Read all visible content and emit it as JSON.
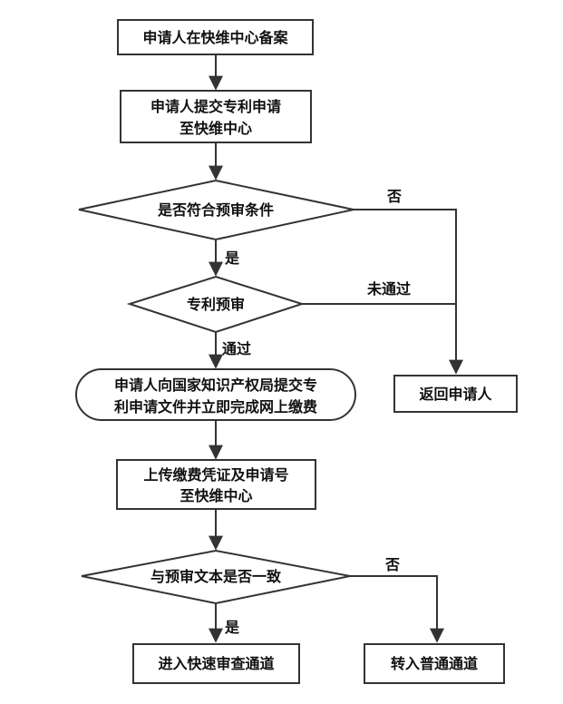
{
  "nodes": {
    "register": "申请人在快维中心备案",
    "submit": [
      "申请人提交专利申请",
      "至快维中心"
    ],
    "precheck_decision": "是否符合预审条件",
    "patent_precheck": "专利预审",
    "apply_cnipa": [
      "申请人向国家知识产权局提交专",
      "利申请文件并立即完成网上缴费"
    ],
    "return_applicant": "返回申请人",
    "upload": [
      "上传缴费凭证及申请号",
      "至快维中心"
    ],
    "consistency_decision": "与预审文本是否一致",
    "fast_track": "进入快速审查通道",
    "normal_track": "转入普通通道"
  },
  "edge_labels": {
    "no_1": "否",
    "yes_1": "是",
    "not_passed": "未通过",
    "passed": "通过",
    "no_2": "否",
    "yes_2": "是"
  }
}
